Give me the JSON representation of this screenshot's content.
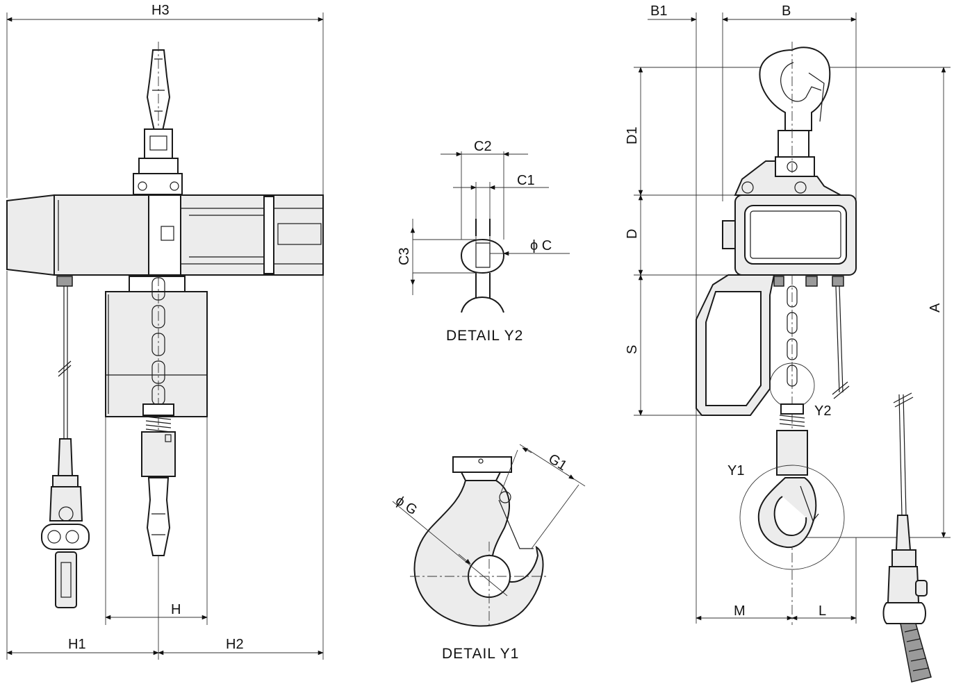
{
  "labels": {
    "H3": "H3",
    "H": "H",
    "H1": "H1",
    "H2": "H2",
    "C2": "C2",
    "C1": "C1",
    "C3": "C3",
    "phiC": "ϕ C",
    "detail_y2": "DETAIL  Y2",
    "G1": "G1",
    "phiG": "ϕ G",
    "detail_y1": "DETAIL  Y1",
    "B1": "B1",
    "B": "B",
    "D1": "D1",
    "D": "D",
    "S": "S",
    "A": "A",
    "Y2": "Y2",
    "Y1": "Y1",
    "M": "M",
    "L": "L"
  }
}
